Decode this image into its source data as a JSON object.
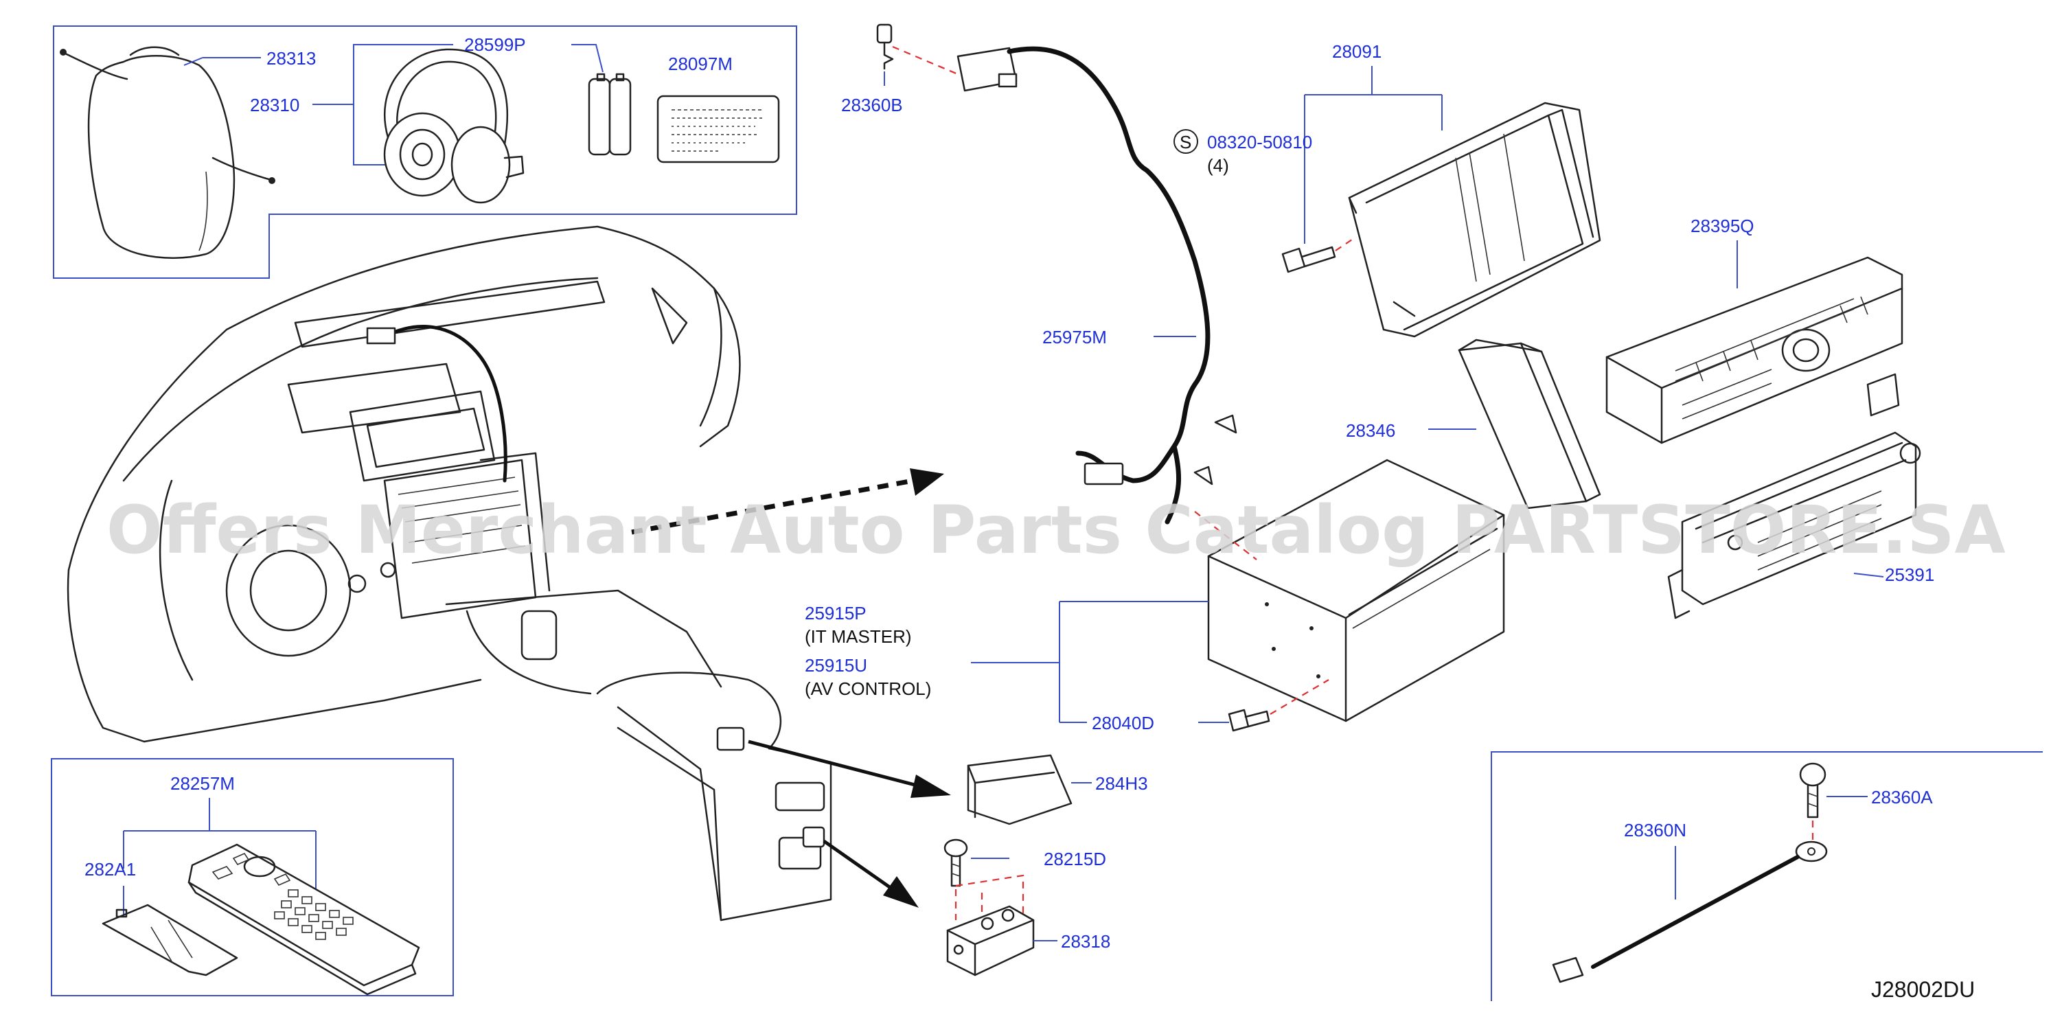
{
  "watermark": "Offers Merchant Auto Parts Catalog PARTSTORE.SA",
  "diagram_code": "J28002DU",
  "screw_symbol": "S",
  "labels": {
    "p28313": "28313",
    "p28310": "28310",
    "p28599P": "28599P",
    "p28097M": "28097M",
    "p28360B": "28360B",
    "p28091": "28091",
    "p08320": "08320-50810",
    "p08320_qty": "(4)",
    "p28395Q": "28395Q",
    "p25975M": "25975M",
    "p28346": "28346",
    "p25391": "25391",
    "p25915P": "25915P",
    "p25915P_note": "(IT   MASTER)",
    "p25915U": "25915U",
    "p25915U_note": "(AV   CONTROL)",
    "p28040D": "28040D",
    "p28257M": "28257M",
    "p282A1": "282A1",
    "p284H3": "284H3",
    "p28215D": "28215D",
    "p28318": "28318",
    "p28360A": "28360A",
    "p28360N": "28360N"
  }
}
